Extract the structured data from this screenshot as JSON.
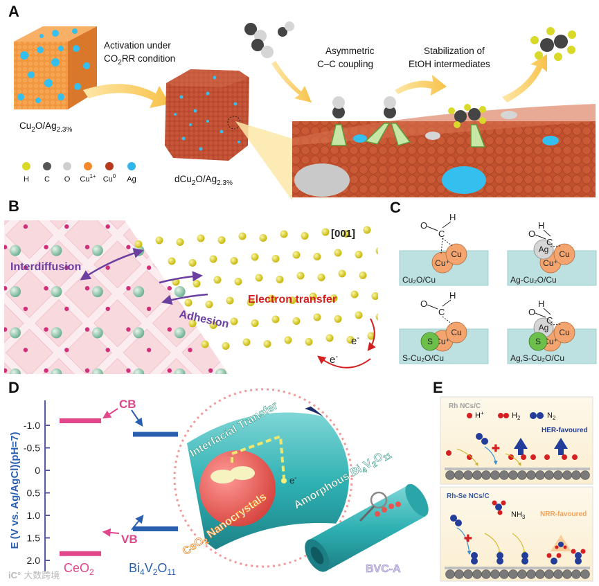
{
  "panels": {
    "A": {
      "label": "A",
      "activation_line1": "Activation under",
      "activation_line2": "CO",
      "activation_sub": "2",
      "activation_line2b": "RR condition",
      "sample1": "Cu",
      "sample1_sub1": "2",
      "sample1_mid": "O/Ag",
      "sample1_sub2": "2.3%",
      "sample2": "dCu",
      "sample2_sub1": "2",
      "sample2_mid": "O/Ag",
      "sample2_sub2": "2.3%",
      "step1_line1": "Asymmetric",
      "step1_line2": "C–C coupling",
      "step2_line1": "Stabilization of",
      "step2_line2": "EtOH intermediates",
      "legend": [
        {
          "label": "H",
          "color": "#d9d92a"
        },
        {
          "label": "C",
          "color": "#555555"
        },
        {
          "label": "O",
          "color": "#cfcfcf"
        },
        {
          "label": "Cu",
          "sup": "1+",
          "color": "#f08a2a"
        },
        {
          "label": "Cu",
          "sup": "0",
          "color": "#b8391c"
        },
        {
          "label": "Ag",
          "color": "#2fb6e8"
        }
      ]
    },
    "B": {
      "label": "B",
      "direction": "[001]",
      "interdiffusion": "Interdiffusion",
      "adhesion": "Adhesion",
      "electron_transfer": "Electron transfer",
      "e1": "e",
      "e2": "e",
      "minus": "-"
    },
    "C": {
      "label": "C",
      "cells": [
        {
          "caption": "Cu₂O/Cu",
          "cu": "Cu",
          "cup": "Cu⁺"
        },
        {
          "caption": "Ag-Cu₂O/Cu",
          "cu": "Cu",
          "cup": "Cu⁺",
          "ag": "Ag"
        },
        {
          "caption": "S-Cu₂O/Cu",
          "cu": "Cu",
          "cup": "Cu⁺",
          "s": "S"
        },
        {
          "caption": "Ag,S-Cu₂O/Cu",
          "cu": "Cu",
          "cup": "Cu⁺",
          "ag": "Ag",
          "s": "S"
        }
      ],
      "atom_o": "O",
      "atom_c": "C",
      "atom_h": "H"
    },
    "D": {
      "label": "D",
      "y_axis_label": "E (V vs. Ag/AgCl)(pH=7)",
      "ticks": [
        "-1.0",
        "-0.5",
        "0",
        "0.5",
        "1.0",
        "1.5",
        "2.0"
      ],
      "cb": "CB",
      "vb": "VB",
      "mat1": "CeO",
      "mat1_sub": "2",
      "mat2_parts": [
        "Bi",
        "4",
        "V",
        "2",
        "O",
        "11"
      ],
      "interfacial": "Interfacial Transfer",
      "amorphous": "Amorphous Bi",
      "amorphous_parts": [
        "4",
        "V",
        "2",
        "O",
        "11"
      ],
      "nanocrystals": "CeO",
      "nanocrystals_sub": "2",
      "nanocrystals_tail": " Nanocrystals",
      "electron": "e",
      "bvc": "BVC-A",
      "watermark": "大数跨境",
      "levels": {
        "ceo2_cb": -1.1,
        "ceo2_vb": 1.85,
        "bvo_cb": -0.8,
        "bvo_vb": 1.3
      }
    },
    "E": {
      "label": "E",
      "top_title": "Rh NCs/C",
      "legend_h": "H",
      "legend_h_sup": "+",
      "legend_h2": "H",
      "legend_h2_sub": "2",
      "legend_n2": "N",
      "legend_n2_sub": "2",
      "her": "HER-favoured",
      "bottom_title": "Rh-Se NCs/C",
      "nh3": "NH",
      "nh3_sub": "3",
      "nrr": "NRR-favoured"
    }
  },
  "colors": {
    "cu2o_orange": "#f08a2a",
    "cu_red": "#b8391c",
    "ag_blue": "#2fb6e8",
    "ceo2_pink": "#e0468a",
    "bvo_blue": "#2a5fb0",
    "adhesion_purple": "#6b3fa0",
    "electron_red": "#d42020"
  }
}
